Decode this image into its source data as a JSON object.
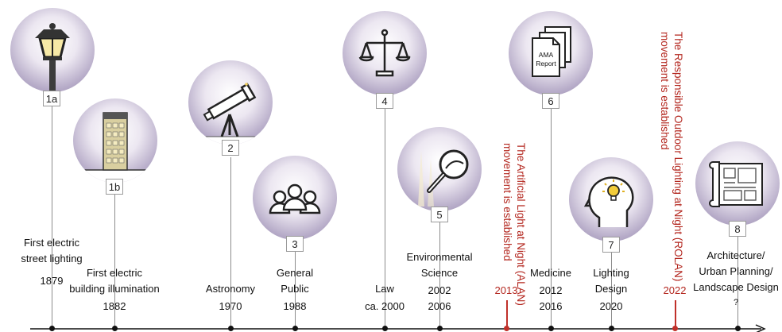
{
  "milestones": [
    {
      "badge": "1a",
      "label_lines": [
        "First electric",
        "street lighting"
      ],
      "year": "1879",
      "icon": "street-lamp-icon"
    },
    {
      "badge": "1b",
      "label_lines": [
        "First electric",
        "building illumination"
      ],
      "year": "1882",
      "icon": "building-icon"
    },
    {
      "badge": "2",
      "label_lines": [
        "Astronomy"
      ],
      "year": "1970",
      "icon": "telescope-icon"
    },
    {
      "badge": "3",
      "label_lines": [
        "General",
        "Public"
      ],
      "year": "1988",
      "icon": "people-icon"
    },
    {
      "badge": "4",
      "label_lines": [
        "Law"
      ],
      "year": "ca. 2000",
      "icon": "scales-icon"
    },
    {
      "badge": "5",
      "label_lines": [
        "Environmental",
        "Science"
      ],
      "year_lines": [
        "2002",
        "2006"
      ],
      "icon": "magnifier-icon"
    },
    {
      "badge": "6",
      "label_lines": [
        "Medicine"
      ],
      "year_lines": [
        "2012",
        "2016"
      ],
      "icon": "report-icon",
      "icon_text": [
        "AMA",
        "Report"
      ]
    },
    {
      "badge": "7",
      "label_lines": [
        "Lighting",
        "Design"
      ],
      "year": "2020",
      "icon": "head-lightbulb-icon"
    },
    {
      "badge": "8",
      "label_lines": [
        "Architecture/",
        "Urban Planning/",
        "Landscape Design"
      ],
      "year": "?",
      "icon": "blueprint-icon"
    }
  ],
  "events": [
    {
      "year": "2013",
      "text_lines": [
        "The Artificial Light at Night (ALAN)",
        "movement is established"
      ],
      "color": "#b3261e"
    },
    {
      "year": "2022",
      "text_lines": [
        "The Responsible Outdoor Lighting at Night (ROLAN)",
        "movement is established"
      ],
      "color": "#b3261e"
    }
  ],
  "colors": {
    "circle": "#b6abc8",
    "event": "#b3261e",
    "axis": "#111111"
  }
}
